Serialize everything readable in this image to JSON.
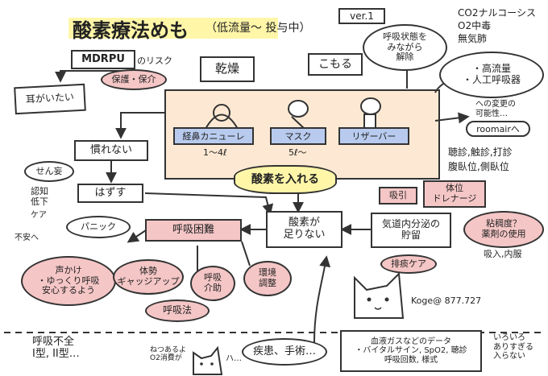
{
  "title": "酸素療法めも",
  "subtitle": "（低流量〜 投与中）",
  "version": "ver.1",
  "top_right_notes": [
    "CO2ナルコーシス",
    "O2中毒",
    "無気肺"
  ],
  "note_breathing": "呼吸状態を\nみながら\n解除",
  "note_high_flow": "・高流量\n・人工呼吸器",
  "note_change": "への変更の\n可能性…",
  "roomair": "roomairへ",
  "note_exam": "聴診,触診,打診\n腹臥位,側臥位",
  "mdrpu": "MDRPU",
  "mdrpu_suffix": "のリスク",
  "hogo": "保護・保介",
  "mimi": "耳がいたい",
  "kanso": "乾燥",
  "komoru": "こもる",
  "devices": [
    {
      "label": "経鼻カニューレ",
      "flow": "1〜4ℓ"
    },
    {
      "label": "マスク",
      "flow": "5ℓ〜"
    },
    {
      "label": "リザーバー",
      "flow": ""
    }
  ],
  "sanso_ireru": "酸素を入れる",
  "narenai": "慣れない",
  "hazusu": "はずす",
  "senmo": "せん妄",
  "ninchi": "認知\n低下",
  "ke": "ケア",
  "panic": "パニック",
  "fuan": "不安へ",
  "koekake": "声かけ\n・ゆっくり呼吸\n安心するよう",
  "kokyu_konnan": "呼吸困難",
  "sanso_tarinai": "酸素が\n足りない",
  "kido": "気道内分泌の\n貯留",
  "kyuin": "吸引",
  "taii": "体位\nドレナージ",
  "nenchodo": "粘稠度？\n薬剤の使用",
  "kyunyu": "吸入,内服",
  "haitan": "排痰ケア",
  "taisei": "体勢\nギャッジアップ",
  "kokyu_hojo": "呼吸\n介助",
  "kankyo": "環境\n調整",
  "kokyuho": "呼吸法",
  "signature": "Koge@ 877.727",
  "bottom_left": "呼吸不全\nI型, II型…",
  "disease": "疾患、手術…",
  "data_box": "血液ガスなどのデータ\n・バイタルサイン, SpO2, 聴診\n呼吸回数, 様式",
  "iroiro": "いろいろ\nありすぎる\n入らない",
  "cat_note": "ねつあるよ\nO2消費が",
  "ha": "ハ…"
}
